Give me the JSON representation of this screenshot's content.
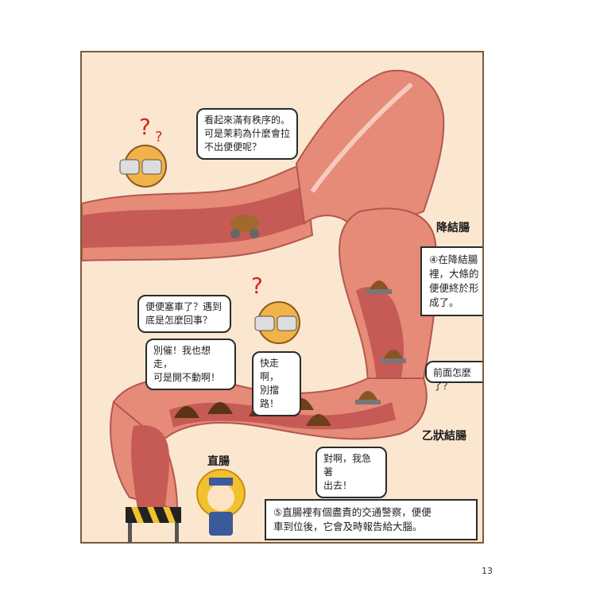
{
  "bubbles": {
    "orderly": "看起來滿有秩序的。\n可是茉莉為什麼會拉\n不出便便呢？",
    "jam": "便便塞車了？遇到\n底是怎麼回事？",
    "dont_rush": "別催！我也想走，\n可是開不動啊！",
    "hurry": "快走啊，\n別擋路！",
    "ahead": "前面怎麼了？",
    "eager": "對啊，我急著\n出去！"
  },
  "labels": {
    "descending": "降結腸",
    "sigmoid": "乙狀結腸",
    "rectum": "直腸"
  },
  "notes": {
    "step4": "④在降結腸\n裡，大條的\n便便終於形\n成了。",
    "step5": "⑤直腸裡有個盡責的交通警察，便便\n車到位後，它會及時報告給大腦。"
  },
  "page_number": "13",
  "colors": {
    "panel_bg": "#fbe7d0",
    "intestine_outer": "#e58b78",
    "intestine_inner": "#c65a55",
    "poop": "#7a4a1f",
    "frame": "#7a5a3a"
  }
}
